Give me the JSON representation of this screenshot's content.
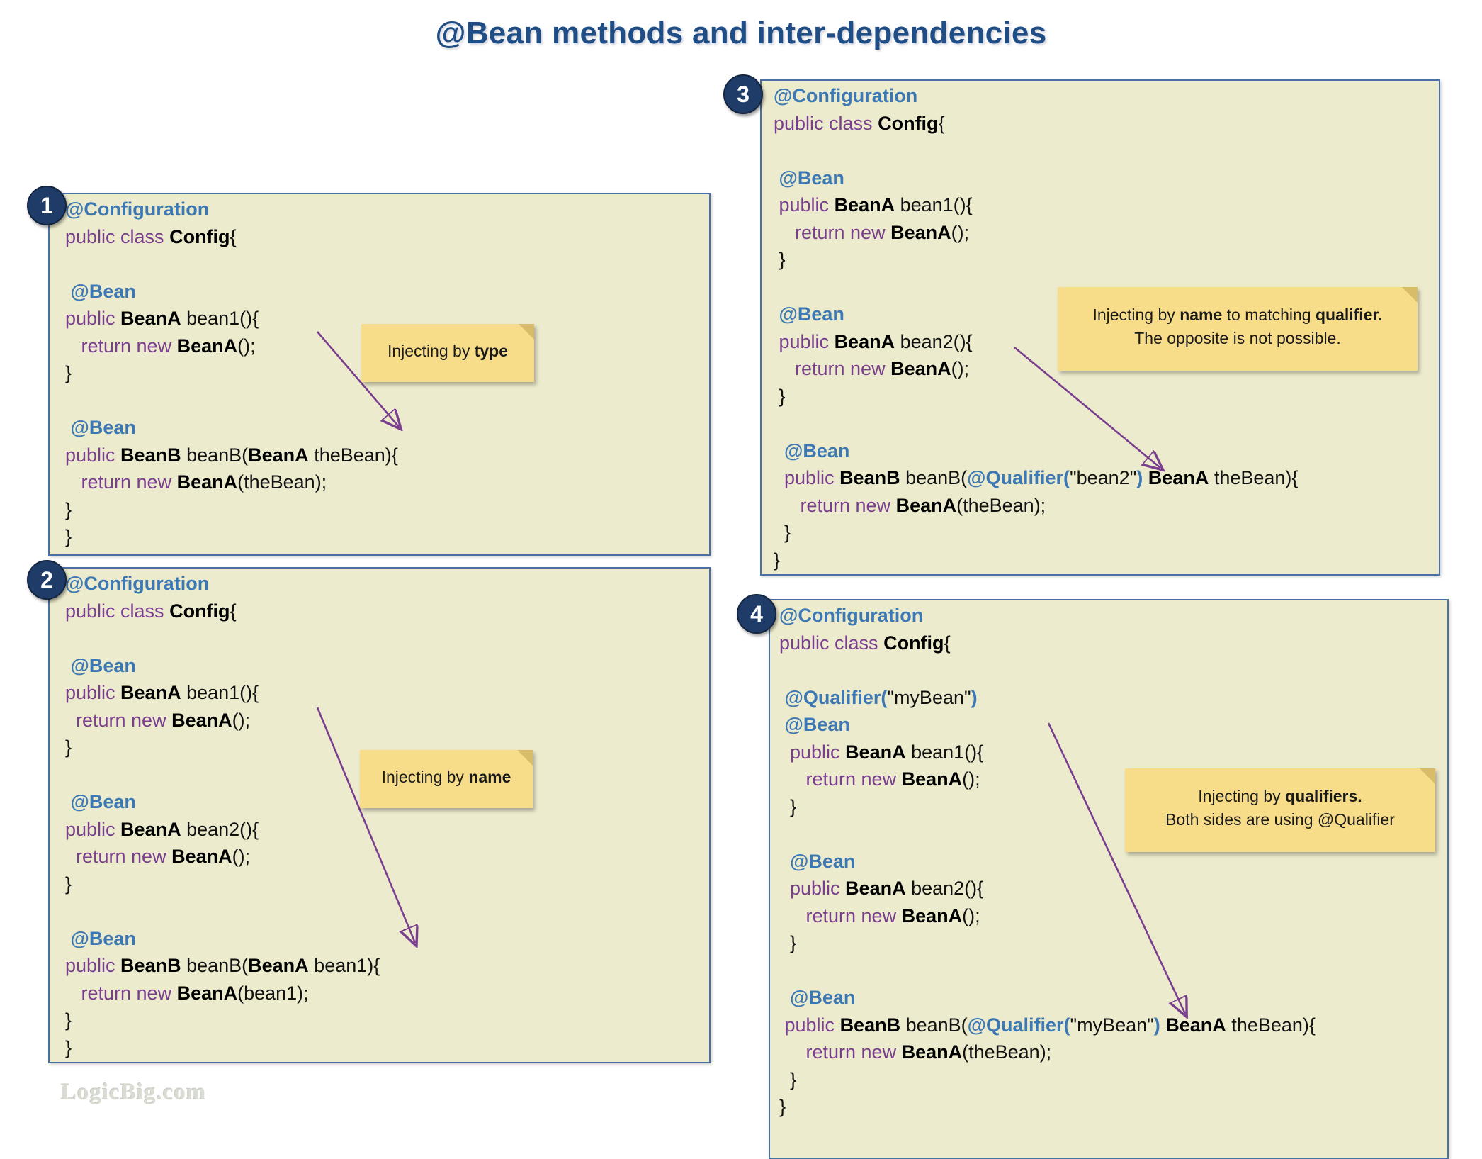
{
  "title": "@Bean methods and inter-dependencies",
  "watermark": "LogicBig.com",
  "colors": {
    "title": "#1F4E87",
    "panel_bg": "#EDEBCD",
    "panel_border": "#4A6FA5",
    "badge_bg": "#1F3B68",
    "note_bg": "#F7DD8A",
    "annotation": "#3C78B4",
    "keyword": "#7A3E8F",
    "arrow": "#7A3E8F"
  },
  "panels": [
    {
      "number": "1",
      "lines": [
        [
          {
            "t": "@Configuration",
            "c": "ann"
          }
        ],
        [
          {
            "t": "public class ",
            "c": "kw"
          },
          {
            "t": "Config",
            "c": "typ"
          },
          {
            "t": "{",
            "c": "pl"
          }
        ],
        [
          {
            "t": "",
            "c": "pl"
          }
        ],
        [
          {
            "t": " @Bean",
            "c": "ann"
          }
        ],
        [
          {
            "t": "public ",
            "c": "kw"
          },
          {
            "t": "BeanA",
            "c": "typ"
          },
          {
            "t": " bean1(){",
            "c": "pl"
          }
        ],
        [
          {
            "t": "   return new ",
            "c": "kw"
          },
          {
            "t": "BeanA",
            "c": "typ"
          },
          {
            "t": "();",
            "c": "pl"
          }
        ],
        [
          {
            "t": "}",
            "c": "pl"
          }
        ],
        [
          {
            "t": "",
            "c": "pl"
          }
        ],
        [
          {
            "t": " @Bean",
            "c": "ann"
          }
        ],
        [
          {
            "t": "public ",
            "c": "kw"
          },
          {
            "t": "BeanB",
            "c": "typ"
          },
          {
            "t": " beanB(",
            "c": "pl"
          },
          {
            "t": "BeanA",
            "c": "typ"
          },
          {
            "t": " theBean){",
            "c": "pl"
          }
        ],
        [
          {
            "t": "   return new ",
            "c": "kw"
          },
          {
            "t": "BeanA",
            "c": "typ"
          },
          {
            "t": "(theBean);",
            "c": "pl"
          }
        ],
        [
          {
            "t": "}",
            "c": "pl"
          }
        ],
        [
          {
            "t": "}",
            "c": "pl"
          }
        ]
      ],
      "note": {
        "segments": [
          [
            {
              "t": "Injecting by ",
              "b": false
            },
            {
              "t": "type",
              "b": true
            }
          ]
        ]
      }
    },
    {
      "number": "2",
      "lines": [
        [
          {
            "t": "@Configuration",
            "c": "ann"
          }
        ],
        [
          {
            "t": "public class ",
            "c": "kw"
          },
          {
            "t": "Config",
            "c": "typ"
          },
          {
            "t": "{",
            "c": "pl"
          }
        ],
        [
          {
            "t": "",
            "c": "pl"
          }
        ],
        [
          {
            "t": " @Bean",
            "c": "ann"
          }
        ],
        [
          {
            "t": "public ",
            "c": "kw"
          },
          {
            "t": "BeanA",
            "c": "typ"
          },
          {
            "t": " bean1(){",
            "c": "pl"
          }
        ],
        [
          {
            "t": "  return new ",
            "c": "kw"
          },
          {
            "t": "BeanA",
            "c": "typ"
          },
          {
            "t": "();",
            "c": "pl"
          }
        ],
        [
          {
            "t": "}",
            "c": "pl"
          }
        ],
        [
          {
            "t": "",
            "c": "pl"
          }
        ],
        [
          {
            "t": " @Bean",
            "c": "ann"
          }
        ],
        [
          {
            "t": "public ",
            "c": "kw"
          },
          {
            "t": "BeanA",
            "c": "typ"
          },
          {
            "t": " bean2(){",
            "c": "pl"
          }
        ],
        [
          {
            "t": "  return new ",
            "c": "kw"
          },
          {
            "t": "BeanA",
            "c": "typ"
          },
          {
            "t": "();",
            "c": "pl"
          }
        ],
        [
          {
            "t": "}",
            "c": "pl"
          }
        ],
        [
          {
            "t": "",
            "c": "pl"
          }
        ],
        [
          {
            "t": " @Bean",
            "c": "ann"
          }
        ],
        [
          {
            "t": "public ",
            "c": "kw"
          },
          {
            "t": "BeanB",
            "c": "typ"
          },
          {
            "t": " beanB(",
            "c": "pl"
          },
          {
            "t": "BeanA",
            "c": "typ"
          },
          {
            "t": " bean1){",
            "c": "pl"
          }
        ],
        [
          {
            "t": "   return new ",
            "c": "kw"
          },
          {
            "t": "BeanA",
            "c": "typ"
          },
          {
            "t": "(bean1);",
            "c": "pl"
          }
        ],
        [
          {
            "t": "}",
            "c": "pl"
          }
        ],
        [
          {
            "t": "}",
            "c": "pl"
          }
        ]
      ],
      "note": {
        "segments": [
          [
            {
              "t": "Injecting by ",
              "b": false
            },
            {
              "t": "name",
              "b": true
            }
          ]
        ]
      }
    },
    {
      "number": "3",
      "lines": [
        [
          {
            "t": "@Configuration",
            "c": "ann"
          }
        ],
        [
          {
            "t": "public class ",
            "c": "kw"
          },
          {
            "t": "Config",
            "c": "typ"
          },
          {
            "t": "{",
            "c": "pl"
          }
        ],
        [
          {
            "t": "",
            "c": "pl"
          }
        ],
        [
          {
            "t": " @Bean",
            "c": "ann"
          }
        ],
        [
          {
            "t": " public ",
            "c": "kw"
          },
          {
            "t": "BeanA",
            "c": "typ"
          },
          {
            "t": " bean1(){",
            "c": "pl"
          }
        ],
        [
          {
            "t": "    return new ",
            "c": "kw"
          },
          {
            "t": "BeanA",
            "c": "typ"
          },
          {
            "t": "();",
            "c": "pl"
          }
        ],
        [
          {
            "t": " }",
            "c": "pl"
          }
        ],
        [
          {
            "t": "",
            "c": "pl"
          }
        ],
        [
          {
            "t": " @Bean",
            "c": "ann"
          }
        ],
        [
          {
            "t": " public ",
            "c": "kw"
          },
          {
            "t": "BeanA",
            "c": "typ"
          },
          {
            "t": " bean2(){",
            "c": "pl"
          }
        ],
        [
          {
            "t": "    return new ",
            "c": "kw"
          },
          {
            "t": "BeanA",
            "c": "typ"
          },
          {
            "t": "();",
            "c": "pl"
          }
        ],
        [
          {
            "t": " }",
            "c": "pl"
          }
        ],
        [
          {
            "t": "",
            "c": "pl"
          }
        ],
        [
          {
            "t": "  @Bean",
            "c": "ann"
          }
        ],
        [
          {
            "t": "  public ",
            "c": "kw"
          },
          {
            "t": "BeanB",
            "c": "typ"
          },
          {
            "t": " beanB(",
            "c": "pl"
          },
          {
            "t": "@Qualifier(",
            "c": "ann"
          },
          {
            "t": "\"bean2\"",
            "c": "str"
          },
          {
            "t": ")",
            "c": "ann"
          },
          {
            "t": " ",
            "c": "pl"
          },
          {
            "t": "BeanA",
            "c": "typ"
          },
          {
            "t": " theBean){",
            "c": "pl"
          }
        ],
        [
          {
            "t": "     return new ",
            "c": "kw"
          },
          {
            "t": "BeanA",
            "c": "typ"
          },
          {
            "t": "(theBean);",
            "c": "pl"
          }
        ],
        [
          {
            "t": "  }",
            "c": "pl"
          }
        ],
        [
          {
            "t": "}",
            "c": "pl"
          }
        ]
      ],
      "note": {
        "segments": [
          [
            {
              "t": "Injecting by ",
              "b": false
            },
            {
              "t": "name",
              "b": true
            },
            {
              "t": " to matching ",
              "b": false
            },
            {
              "t": "qualifier.",
              "b": true
            }
          ],
          [
            {
              "t": "The opposite is not possible.",
              "b": false
            }
          ]
        ]
      }
    },
    {
      "number": "4",
      "lines": [
        [
          {
            "t": "@Configuration",
            "c": "ann"
          }
        ],
        [
          {
            "t": "public class ",
            "c": "kw"
          },
          {
            "t": "Config",
            "c": "typ"
          },
          {
            "t": "{",
            "c": "pl"
          }
        ],
        [
          {
            "t": "",
            "c": "pl"
          }
        ],
        [
          {
            "t": " @Qualifier(",
            "c": "ann"
          },
          {
            "t": "\"myBean\"",
            "c": "str"
          },
          {
            "t": ")",
            "c": "ann"
          }
        ],
        [
          {
            "t": " @Bean",
            "c": "ann"
          }
        ],
        [
          {
            "t": "  public ",
            "c": "kw"
          },
          {
            "t": "BeanA",
            "c": "typ"
          },
          {
            "t": " bean1(){",
            "c": "pl"
          }
        ],
        [
          {
            "t": "     return new ",
            "c": "kw"
          },
          {
            "t": "BeanA",
            "c": "typ"
          },
          {
            "t": "();",
            "c": "pl"
          }
        ],
        [
          {
            "t": "  }",
            "c": "pl"
          }
        ],
        [
          {
            "t": "",
            "c": "pl"
          }
        ],
        [
          {
            "t": "  @Bean",
            "c": "ann"
          }
        ],
        [
          {
            "t": "  public ",
            "c": "kw"
          },
          {
            "t": "BeanA",
            "c": "typ"
          },
          {
            "t": " bean2(){",
            "c": "pl"
          }
        ],
        [
          {
            "t": "     return new ",
            "c": "kw"
          },
          {
            "t": "BeanA",
            "c": "typ"
          },
          {
            "t": "();",
            "c": "pl"
          }
        ],
        [
          {
            "t": "  }",
            "c": "pl"
          }
        ],
        [
          {
            "t": "",
            "c": "pl"
          }
        ],
        [
          {
            "t": "  @Bean",
            "c": "ann"
          }
        ],
        [
          {
            "t": " public ",
            "c": "kw"
          },
          {
            "t": "BeanB",
            "c": "typ"
          },
          {
            "t": " beanB(",
            "c": "pl"
          },
          {
            "t": "@Qualifier(",
            "c": "ann"
          },
          {
            "t": "\"myBean\"",
            "c": "str"
          },
          {
            "t": ")",
            "c": "ann"
          },
          {
            "t": " ",
            "c": "pl"
          },
          {
            "t": "BeanA",
            "c": "typ"
          },
          {
            "t": " theBean){",
            "c": "pl"
          }
        ],
        [
          {
            "t": "     return new ",
            "c": "kw"
          },
          {
            "t": "BeanA",
            "c": "typ"
          },
          {
            "t": "(theBean);",
            "c": "pl"
          }
        ],
        [
          {
            "t": "  }",
            "c": "pl"
          }
        ],
        [
          {
            "t": "}",
            "c": "pl"
          }
        ]
      ],
      "note": {
        "segments": [
          [
            {
              "t": "Injecting by ",
              "b": false
            },
            {
              "t": "qualifiers.",
              "b": true
            }
          ],
          [
            {
              "t": "Both sides are using @Qualifier",
              "b": false
            }
          ]
        ]
      }
    }
  ]
}
